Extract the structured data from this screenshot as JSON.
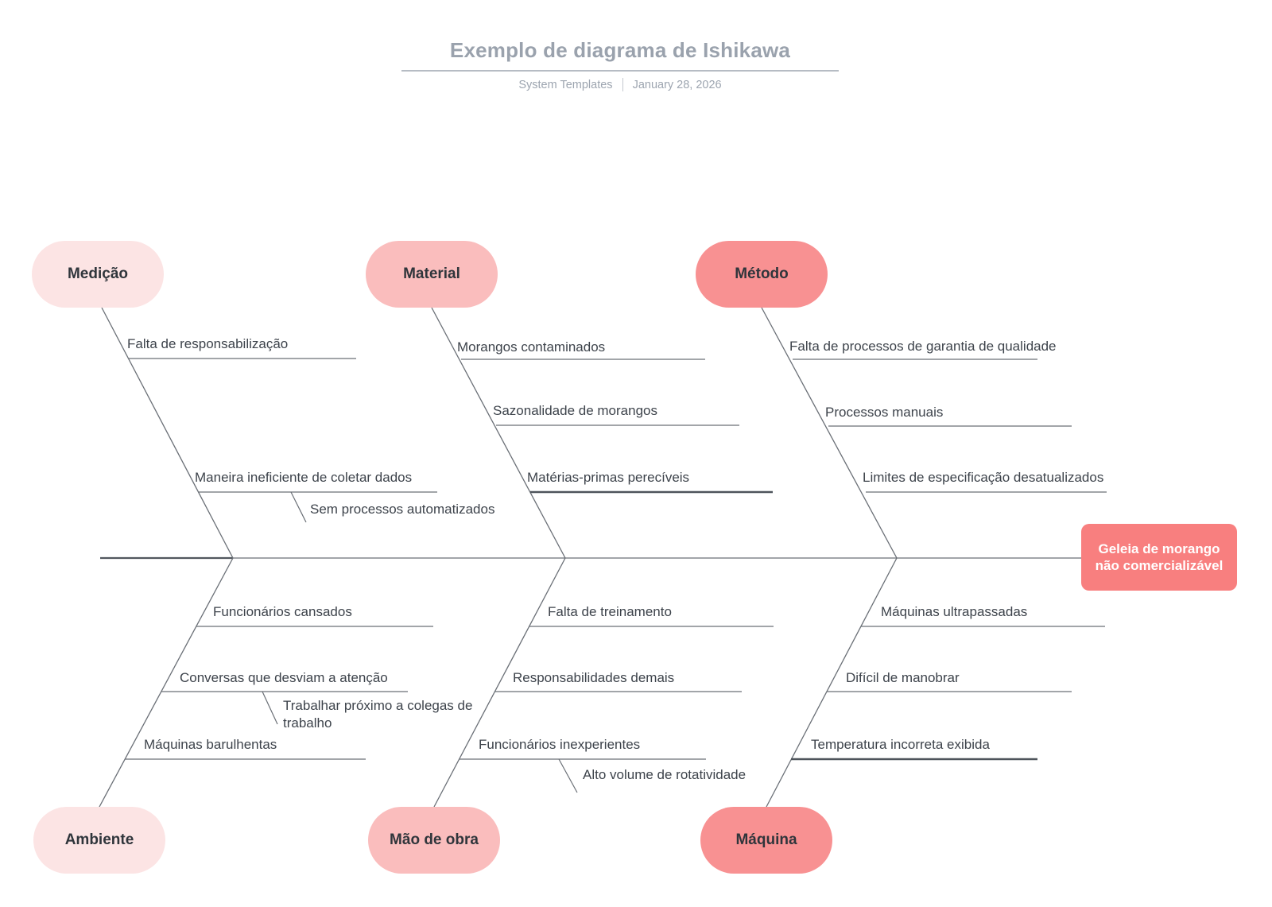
{
  "header": {
    "title": "Exemplo de diagrama de Ishikawa",
    "author": "System Templates",
    "date": "January 28, 2026"
  },
  "effect": {
    "label": "Geleia de morango não comercializável",
    "color": "#f87f7f"
  },
  "palette": {
    "light_pink": "#fce4e4",
    "mid_pink": "#fabdbd",
    "dark_pink": "#f89192"
  },
  "branches": [
    {
      "label": "Medição",
      "color": "#fce4e4",
      "position": "top",
      "causes": [
        {
          "label": "Falta de responsabilização"
        },
        {
          "label": "Maneira ineficiente de coletar dados",
          "sub_label": "Sem processos automatizados"
        }
      ]
    },
    {
      "label": "Material",
      "color": "#fabdbd",
      "position": "top",
      "causes": [
        {
          "label": "Morangos contaminados"
        },
        {
          "label": "Sazonalidade de morangos"
        },
        {
          "label": "Matérias-primas perecíveis"
        }
      ]
    },
    {
      "label": "Método",
      "color": "#f89192",
      "position": "top",
      "causes": [
        {
          "label": "Falta de processos de garantia de qualidade"
        },
        {
          "label": "Processos manuais"
        },
        {
          "label": "Limites de especificação desatualizados"
        }
      ]
    },
    {
      "label": "Ambiente",
      "color": "#fce4e4",
      "position": "bottom",
      "causes": [
        {
          "label": "Funcionários cansados"
        },
        {
          "label": "Conversas que desviam a atenção",
          "sub_label": "Trabalhar próximo a colegas de trabalho"
        },
        {
          "label": "Máquinas barulhentas"
        }
      ]
    },
    {
      "label": "Mão de obra",
      "color": "#fabdbd",
      "position": "bottom",
      "causes": [
        {
          "label": "Falta de treinamento"
        },
        {
          "label": "Responsabilidades demais"
        },
        {
          "label": "Funcionários inexperientes",
          "sub_label": "Alto volume de rotatividade"
        }
      ]
    },
    {
      "label": "Máquina",
      "color": "#f89192",
      "position": "bottom",
      "causes": [
        {
          "label": "Máquinas ultrapassadas"
        },
        {
          "label": "Difícil de manobrar"
        },
        {
          "label": "Temperatura incorreta exibida"
        }
      ]
    }
  ]
}
